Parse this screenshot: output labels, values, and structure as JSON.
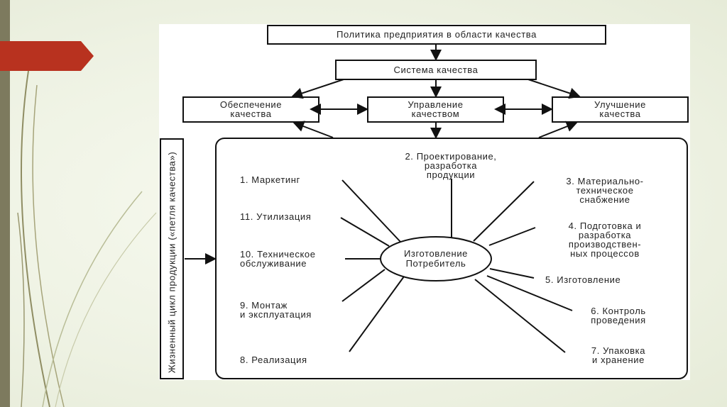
{
  "colors": {
    "accent_red": "#b8321f",
    "sidebar": "#7d7a5e",
    "line": "#111111"
  },
  "diagram": {
    "policy": "Политика предприятия в области качества",
    "system": "Система качества",
    "assurance": [
      "Обеспечение",
      "качества"
    ],
    "management": [
      "Управление",
      "качеством"
    ],
    "improvement": [
      "Улучшение",
      "качества"
    ],
    "lifecycle_label": "Жизненный цикл продукции («петля качества»)",
    "center": [
      "Изготовление",
      "Потребитель"
    ],
    "stages": {
      "s1": [
        "1. Маркетинг"
      ],
      "s2": [
        "2. Проектирование,",
        "разработка",
        "продукции"
      ],
      "s3": [
        "3. Материально-",
        "техническое",
        "снабжение"
      ],
      "s4": [
        "4. Подготовка и",
        "разработка",
        "производствен-",
        "ных процессов"
      ],
      "s5": [
        "5. Изготовление"
      ],
      "s6": [
        "6. Контроль",
        "проведения"
      ],
      "s7": [
        "7. Упаковка",
        "и хранение"
      ],
      "s8": [
        "8. Реализация"
      ],
      "s9": [
        "9. Монтаж",
        "и эксплуатация"
      ],
      "s10": [
        "10. Техническое",
        "обслуживание"
      ],
      "s11": [
        "11. Утилизация"
      ]
    }
  }
}
